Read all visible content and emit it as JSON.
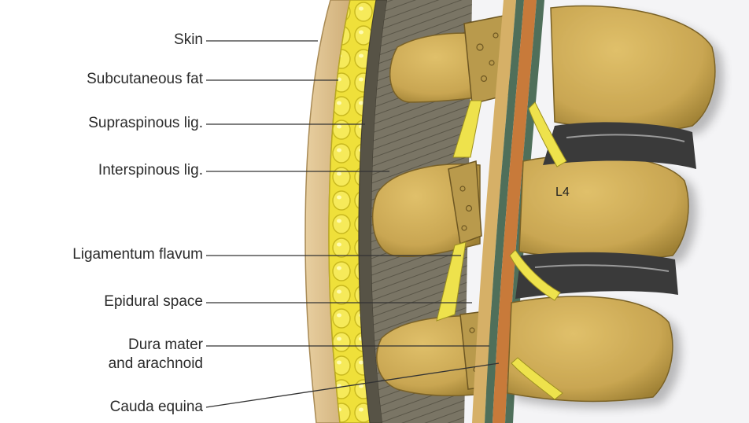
{
  "labels": {
    "skin": "Skin",
    "subcutaneous_fat": "Subcutaneous fat",
    "supraspinous_lig": "Supraspinous lig.",
    "interspinous_lig": "Interspinous lig.",
    "ligamentum_flavum": "Ligamentum flavum",
    "epidural_space": "Epidural space",
    "dura_mater_line1": "Dura mater",
    "dura_mater_line2": "and arachnoid",
    "cauda_equina": "Cauda equina",
    "vertebra_level": "L4"
  },
  "colors": {
    "bone": "#c9a85a",
    "bone_dark": "#a98a3e",
    "fat": "#f0e23a",
    "skin": "#d9bc8a",
    "ligament": "#6f6a5a",
    "disc": "#3a3a3a",
    "dura": "#4f6f5a",
    "leader_line": "#333333"
  }
}
